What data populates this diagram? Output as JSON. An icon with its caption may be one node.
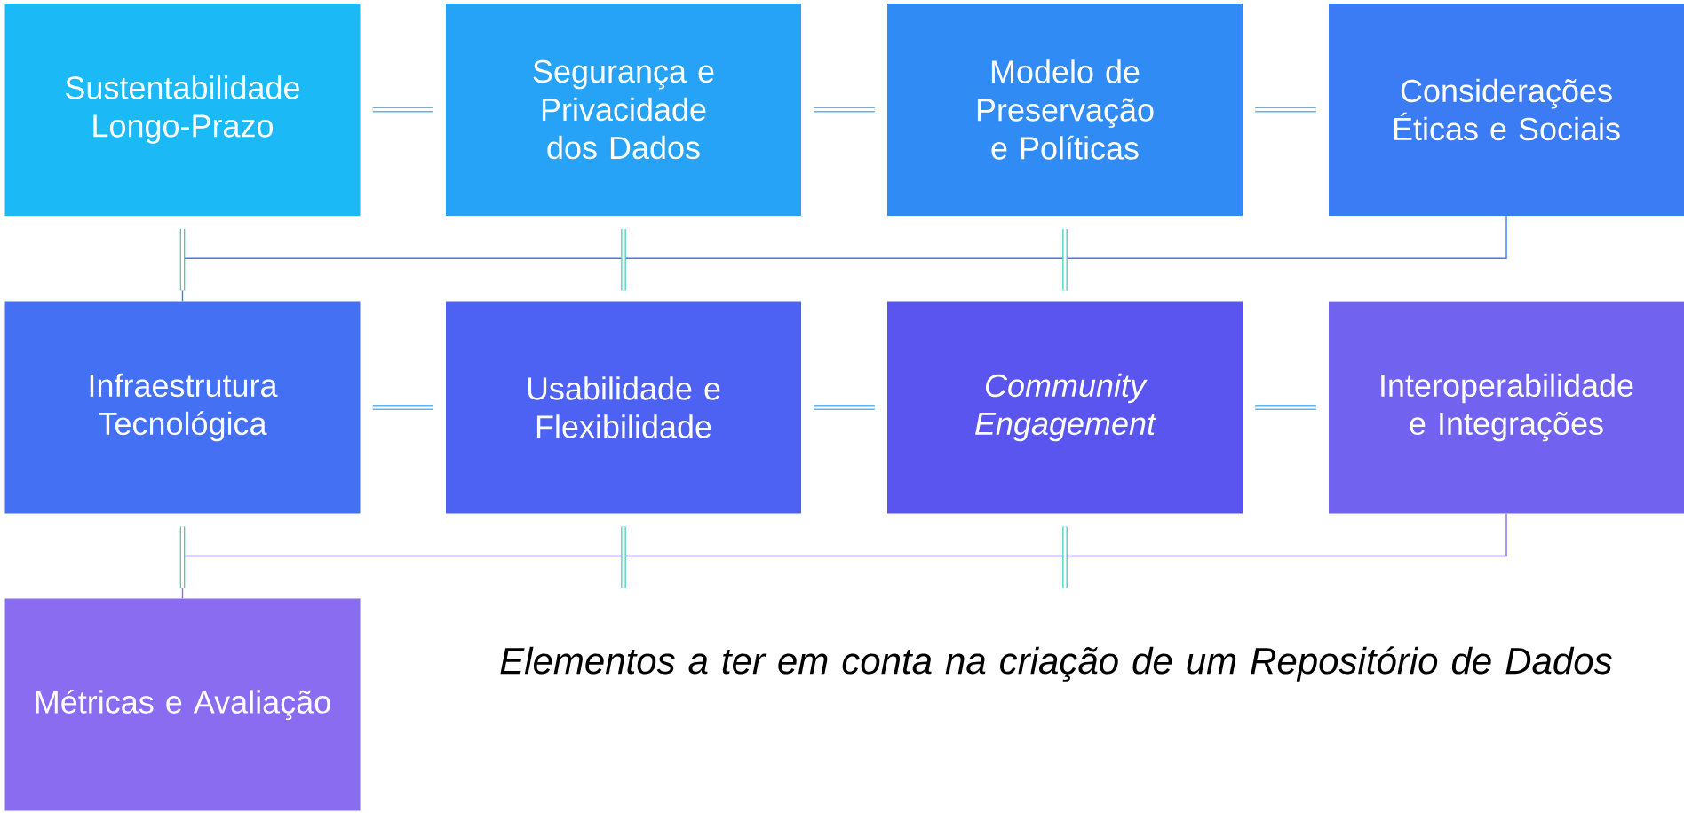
{
  "diagram": {
    "caption": "Elementos a ter em conta na criação de um Repositório de Dados",
    "nodes": [
      {
        "text": [
          "Sustentabilidade Longo-Prazo"
        ]
      },
      {
        "text": [
          "Segurança e Privacidade dos Dados"
        ]
      },
      {
        "text": [
          "Modelo de Preservação e Políticas"
        ]
      },
      {
        "text": [
          "Considerações Éticas e Sociais"
        ]
      },
      {
        "text": [
          "Infraestrutura Tecnológica"
        ]
      },
      {
        "text": [
          "Usabilidade e Flexibilidade"
        ]
      },
      {
        "text": [
          "Community Engagement"
        ]
      },
      {
        "text": [
          "Interoperabilidade e Integrações"
        ]
      },
      {
        "text": [
          "Métricas e Avaliação"
        ]
      }
    ],
    "edges": [
      {
        "from": 0,
        "to": 1,
        "arrow": "none"
      },
      {
        "from": 1,
        "to": 2,
        "arrow": "none"
      },
      {
        "from": 2,
        "to": 3,
        "arrow": "none"
      },
      {
        "from": 3,
        "to": 4,
        "arrow": "none",
        "color": "#3b7cf4"
      },
      {
        "from": 4,
        "to": 5,
        "arrow": "none"
      },
      {
        "from": 5,
        "to": 6,
        "arrow": "none"
      },
      {
        "from": 6,
        "to": 7,
        "arrow": "none"
      },
      {
        "from": 7,
        "to": 8,
        "arrow": "none",
        "color": "#8a6cf0"
      }
    ]
  }
}
